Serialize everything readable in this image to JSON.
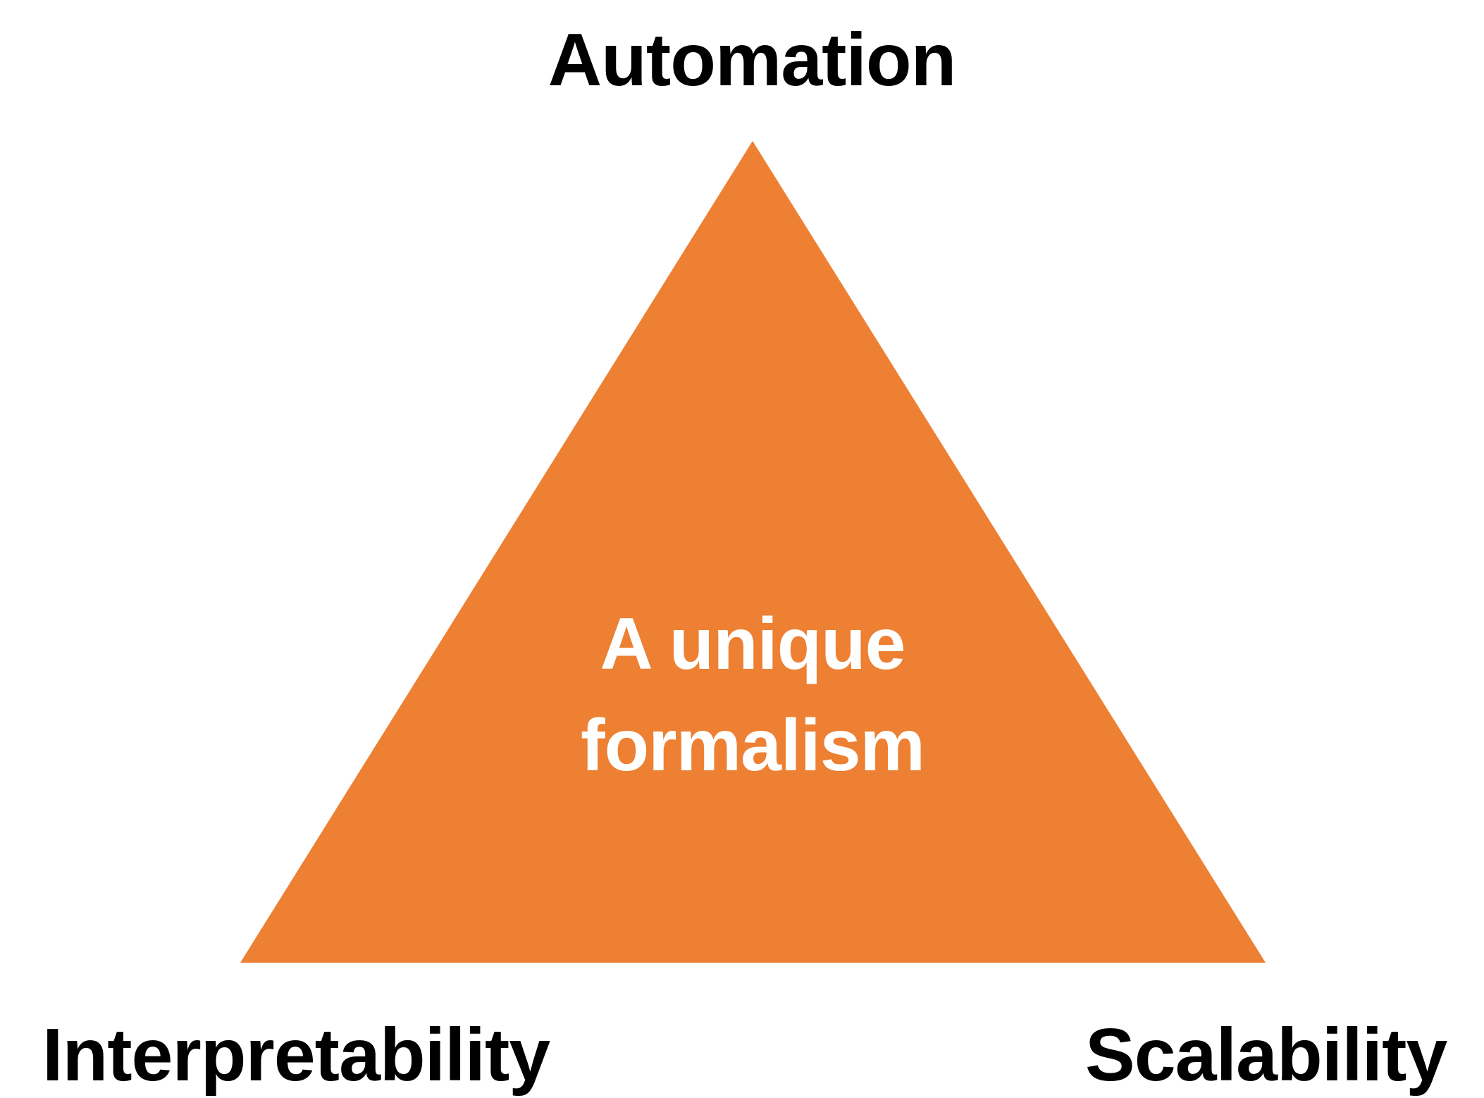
{
  "diagram": {
    "top_vertex_label": "Automation",
    "bottom_left_vertex_label": "Interpretability",
    "bottom_right_vertex_label": "Scalability",
    "center_text": {
      "line1": "A unique",
      "line2": "formalism"
    }
  },
  "colors": {
    "triangle_fill": "#ED8033",
    "center_text": "#FFFFFF",
    "vertex_labels": "#000000",
    "background": "#FFFFFF"
  }
}
